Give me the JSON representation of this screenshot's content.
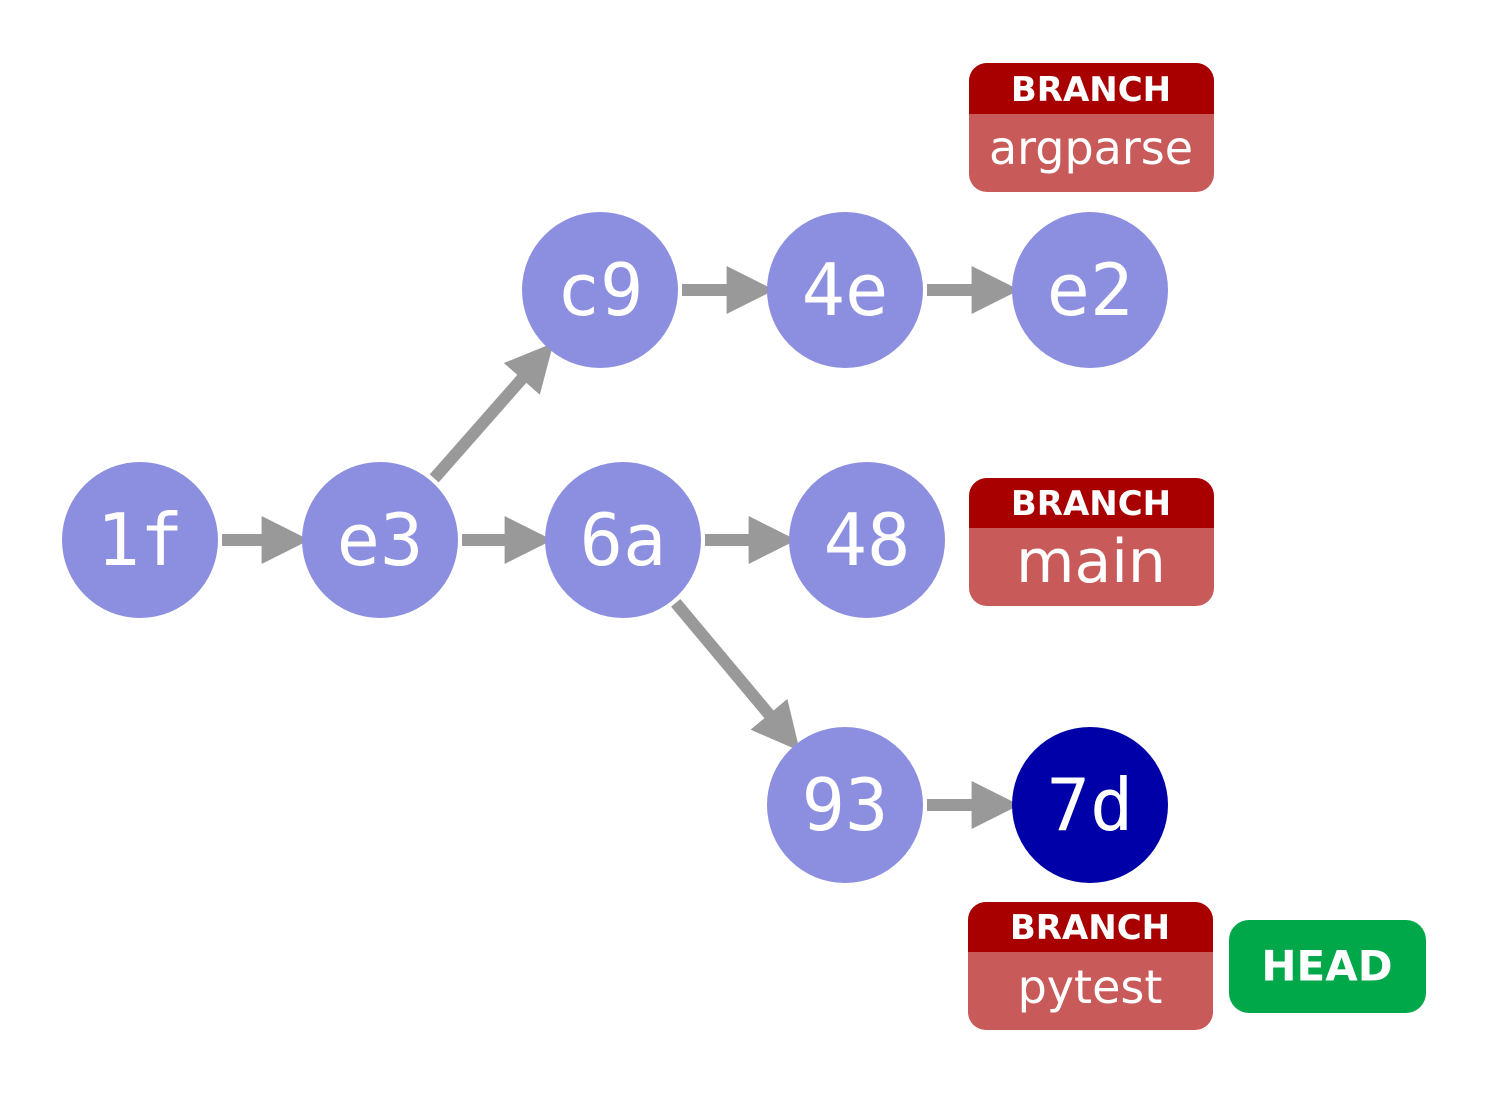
{
  "colors": {
    "commit_fill": "#8c8ee0",
    "head_commit_fill": "#0000a8",
    "commit_text": "#ffffff",
    "arrow": "#999999",
    "branch_header": "#a80000",
    "branch_body": "#c85a5a",
    "head_badge": "#00a84a"
  },
  "commits": [
    {
      "id": "1f"
    },
    {
      "id": "e3"
    },
    {
      "id": "c9"
    },
    {
      "id": "4e"
    },
    {
      "id": "e2"
    },
    {
      "id": "6a"
    },
    {
      "id": "48"
    },
    {
      "id": "93"
    },
    {
      "id": "7d",
      "is_head": true
    }
  ],
  "edges": [
    {
      "from": "1f",
      "to": "e3"
    },
    {
      "from": "e3",
      "to": "c9"
    },
    {
      "from": "e3",
      "to": "6a"
    },
    {
      "from": "c9",
      "to": "4e"
    },
    {
      "from": "4e",
      "to": "e2"
    },
    {
      "from": "6a",
      "to": "48"
    },
    {
      "from": "6a",
      "to": "93"
    },
    {
      "from": "93",
      "to": "7d"
    }
  ],
  "branches": [
    {
      "kind": "BRANCH",
      "name": "argparse"
    },
    {
      "kind": "BRANCH",
      "name": "main"
    },
    {
      "kind": "BRANCH",
      "name": "pytest"
    }
  ],
  "head_label": "HEAD"
}
